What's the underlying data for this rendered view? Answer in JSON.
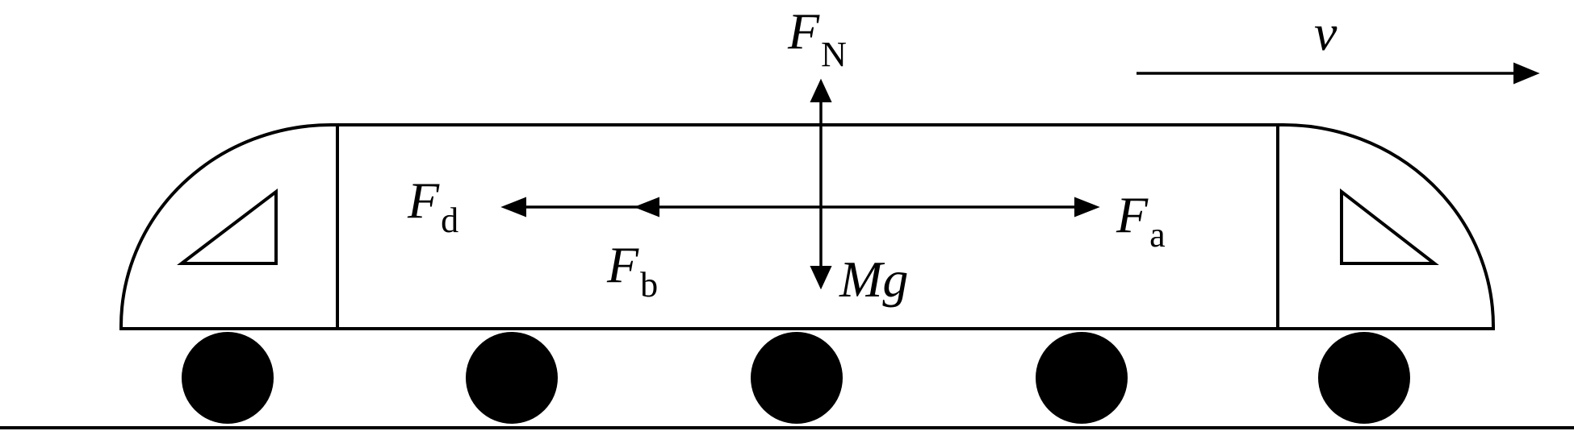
{
  "labels": {
    "normal_force": {
      "main": "F",
      "sub": "N"
    },
    "velocity": {
      "main": "v"
    },
    "drag_force": {
      "main": "F",
      "sub": "d"
    },
    "brake_force": {
      "main": "F",
      "sub": "b"
    },
    "applied_force": {
      "main": "F",
      "sub": "a"
    },
    "weight": {
      "main": "Mg"
    }
  },
  "colors": {
    "ink": "#000000",
    "background": "#ffffff"
  }
}
